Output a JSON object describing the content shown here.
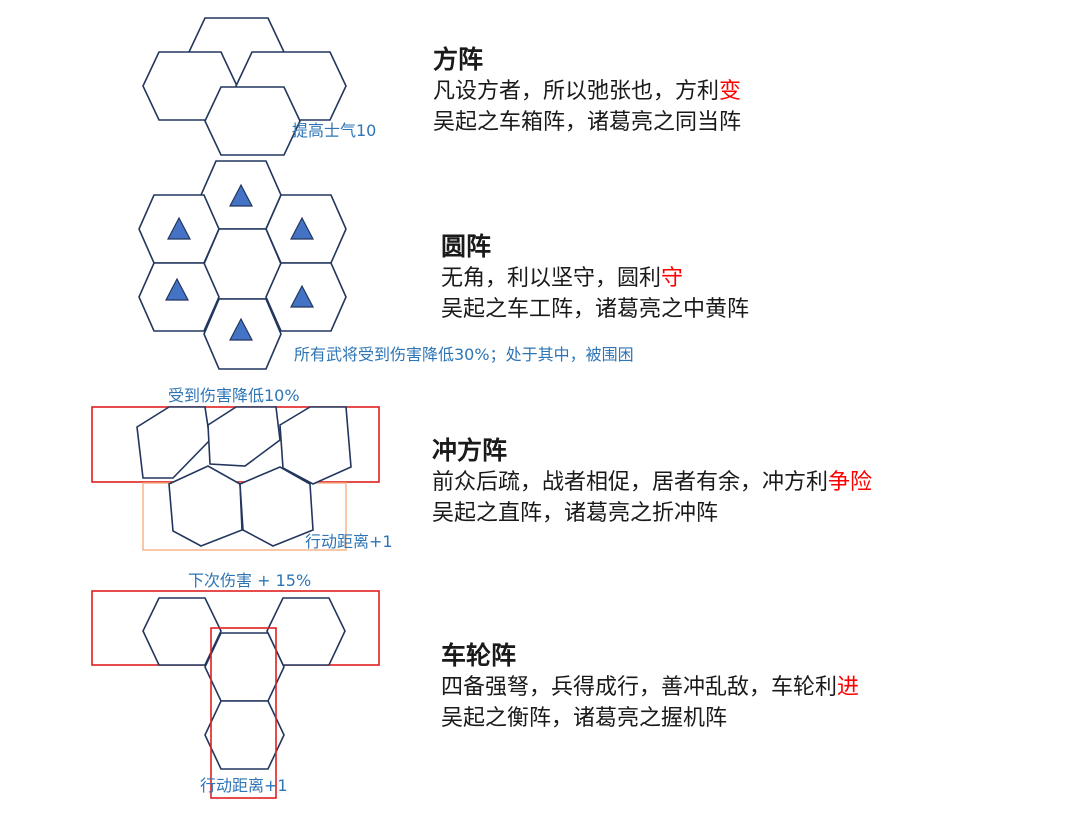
{
  "colors": {
    "hex_stroke": "#22365e",
    "triangle_fill": "#4472c4",
    "label_text": "#2e75b6",
    "accent_text": "#ff0000",
    "range_box_red": "#e02020",
    "range_box_orange": "#f4b183"
  },
  "formations": [
    {
      "title": "方阵",
      "line1_prefix": "凡设方者，所以弛张也，方利",
      "line1_accent": "变",
      "line2": "吴起之车箱阵，诸葛亮之同当阵",
      "effect_label": "提高士气10"
    },
    {
      "title": "圆阵",
      "line1_prefix": "无角，利以坚守，圆利",
      "line1_accent": "守",
      "line2": "吴起之车工阵，诸葛亮之中黄阵",
      "effect_label": "所有武将受到伤害降低30%；处于其中，被围困"
    },
    {
      "title": "冲方阵",
      "line1_prefix": "前众后疏，战者相促，居者有余，冲方利",
      "line1_accent": "争险",
      "line2": "吴起之直阵，诸葛亮之折冲阵",
      "effect_label_top": "受到伤害降低10%",
      "effect_label_bottom": "行动距离+1"
    },
    {
      "title": "车轮阵",
      "line1_prefix": "四备强弩，兵得成行，善冲乱敌，车轮利",
      "line1_accent": "进",
      "line2": "吴起之衡阵，诸葛亮之握机阵",
      "effect_label_top": "下次伤害 + 15%",
      "effect_label_bottom": "行动距离+1"
    }
  ]
}
